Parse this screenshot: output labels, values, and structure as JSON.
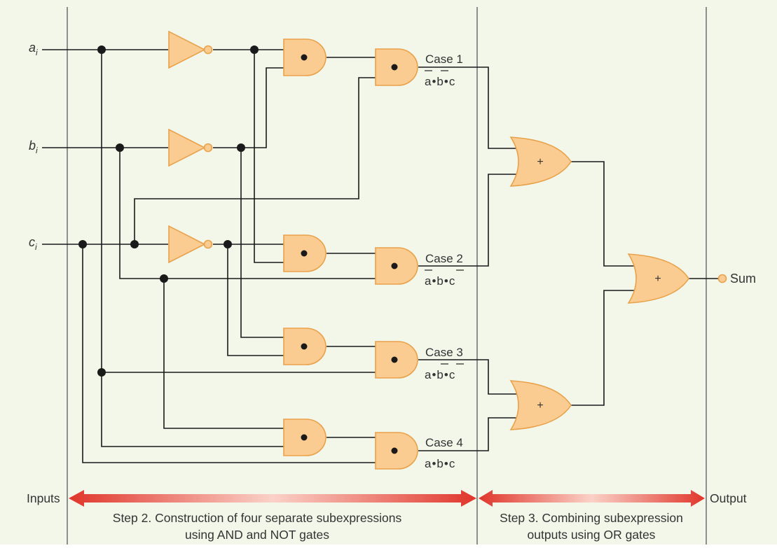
{
  "colors": {
    "background": "#f2f7ea",
    "gate_fill": "#fbcc92",
    "gate_stroke": "#e9a14a",
    "wire": "#1a1a1a",
    "divider": "#8a8f8f",
    "arrow_dark": "#e0352b",
    "arrow_light": "#fbd2c8"
  },
  "inputs": {
    "a": {
      "letter": "a",
      "sub": "i"
    },
    "b": {
      "letter": "b",
      "sub": "i"
    },
    "c": {
      "letter": "c",
      "sub": "i"
    }
  },
  "cases": [
    {
      "label": "Case 1",
      "expr": "a•b•c",
      "negated": [
        true,
        true,
        false
      ]
    },
    {
      "label": "Case 2",
      "expr": "a•b•c",
      "negated": [
        true,
        false,
        true
      ]
    },
    {
      "label": "Case 3",
      "expr": "a•b•c",
      "negated": [
        false,
        true,
        true
      ]
    },
    {
      "label": "Case 4",
      "expr": "a•b•c",
      "negated": [
        false,
        false,
        false
      ]
    }
  ],
  "gate_symbols": {
    "and": "•",
    "or": "+"
  },
  "output_label": "Sum",
  "bottom": {
    "inputs_label": "Inputs",
    "output_label": "Output",
    "step2_line1": "Step 2. Construction of four separate subexpressions",
    "step2_line2": "using AND and NOT gates",
    "step3_line1": "Step 3. Combining subexpression",
    "step3_line2": "outputs using OR gates"
  }
}
